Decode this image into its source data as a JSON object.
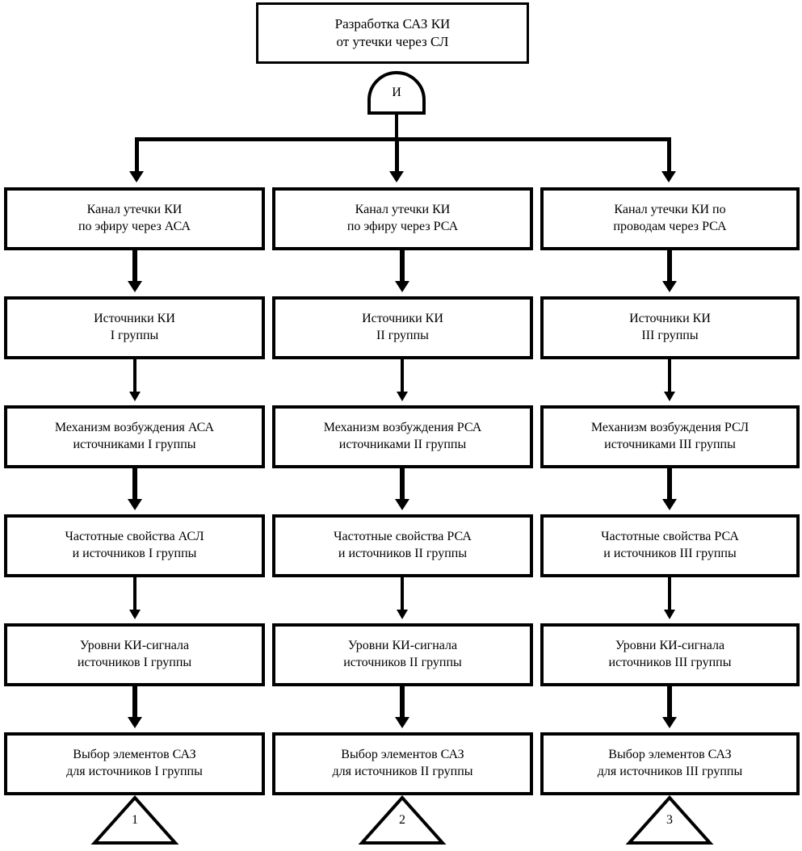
{
  "diagram": {
    "title_node": {
      "line1": "Разработка САЗ КИ",
      "line2": "от утечки через СЛ"
    },
    "gate": {
      "label": "И",
      "type": "and-gate"
    },
    "columns": [
      {
        "id": "column-1",
        "rows": [
          {
            "line1": "Канал утечки КИ",
            "line2": "по эфиру через АСА"
          },
          {
            "line1": "Источники КИ",
            "line2": "I группы"
          },
          {
            "line1": "Механизм возбуждения АСА",
            "line2": "источниками I группы"
          },
          {
            "line1": "Частотные свойства АСЛ",
            "line2": "и источников I группы"
          },
          {
            "line1": "Уровни КИ-сигнала",
            "line2": "источников I группы"
          },
          {
            "line1": "Выбор элементов САЗ",
            "line2": "для источников I группы"
          }
        ],
        "connector_label": "1"
      },
      {
        "id": "column-2",
        "rows": [
          {
            "line1": "Канал утечки КИ",
            "line2": "по эфиру через РСА"
          },
          {
            "line1": "Источники КИ",
            "line2": "II группы"
          },
          {
            "line1": "Механизм возбуждения РСА",
            "line2": "источниками II группы"
          },
          {
            "line1": "Частотные свойства РСА",
            "line2": "и источников II группы"
          },
          {
            "line1": "Уровни КИ-сигнала",
            "line2": "источников II группы"
          },
          {
            "line1": "Выбор элементов САЗ",
            "line2": "для источников II группы"
          }
        ],
        "connector_label": "2"
      },
      {
        "id": "column-3",
        "rows": [
          {
            "line1": "Канал утечки КИ по",
            "line2": "проводам через РСА"
          },
          {
            "line1": "Источники КИ",
            "line2": "III группы"
          },
          {
            "line1": "Механизм возбуждения РСЛ",
            "line2": "источниками III группы"
          },
          {
            "line1": "Частотные свойства РСА",
            "line2": "и источников III группы"
          },
          {
            "line1": "Уровни КИ-сигнала",
            "line2": "источников III группы"
          },
          {
            "line1": "Выбор элементов САЗ",
            "line2": "для источников III группы"
          }
        ],
        "connector_label": "3"
      }
    ],
    "colors": {
      "stroke": "#000000",
      "fill": "#ffffff",
      "text": "#000000"
    }
  }
}
